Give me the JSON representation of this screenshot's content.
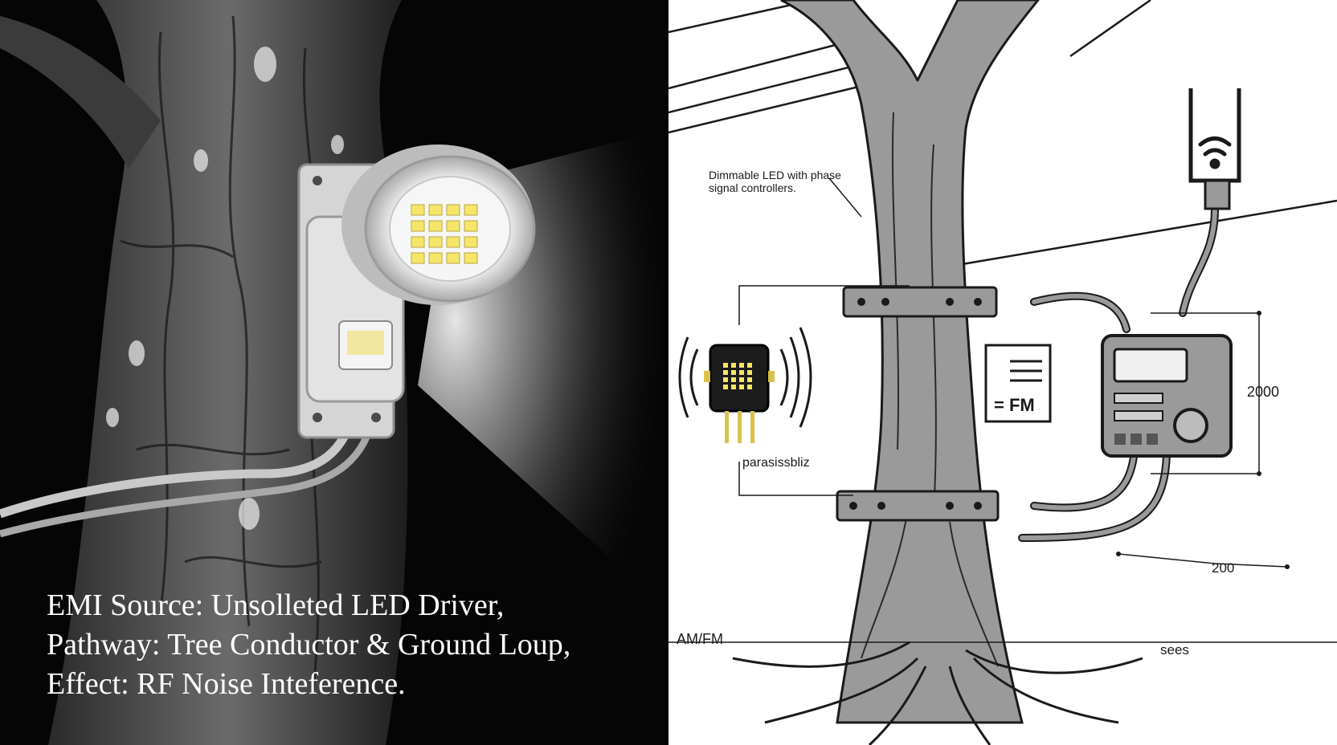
{
  "left_panel": {
    "caption_lines": [
      "EMI Source: Unsolleted LED Driver,",
      "Pathway: Tree Conductor & Ground Loup,",
      "Effect: RF Noise Inteference."
    ]
  },
  "right_panel": {
    "labels": {
      "led_controller_line1": "Dimmable LED with phase",
      "led_controller_line2": "signal controllers.",
      "parasitic": "parasissbliz",
      "fm_box": "= FM",
      "dim_2000": "2000",
      "dim_200": "200",
      "amfm": "AM/FM",
      "ground_text": "sees"
    }
  },
  "colors": {
    "led_yellow": "#f5e66a",
    "bark_dark": "#3a3a3a",
    "bark_light": "#8c8c8c",
    "diagram_gray": "#9a9a9a"
  },
  "icons": [
    "wifi-icon",
    "led-chip-icon",
    "radio-receiver-icon",
    "antenna-icon"
  ]
}
